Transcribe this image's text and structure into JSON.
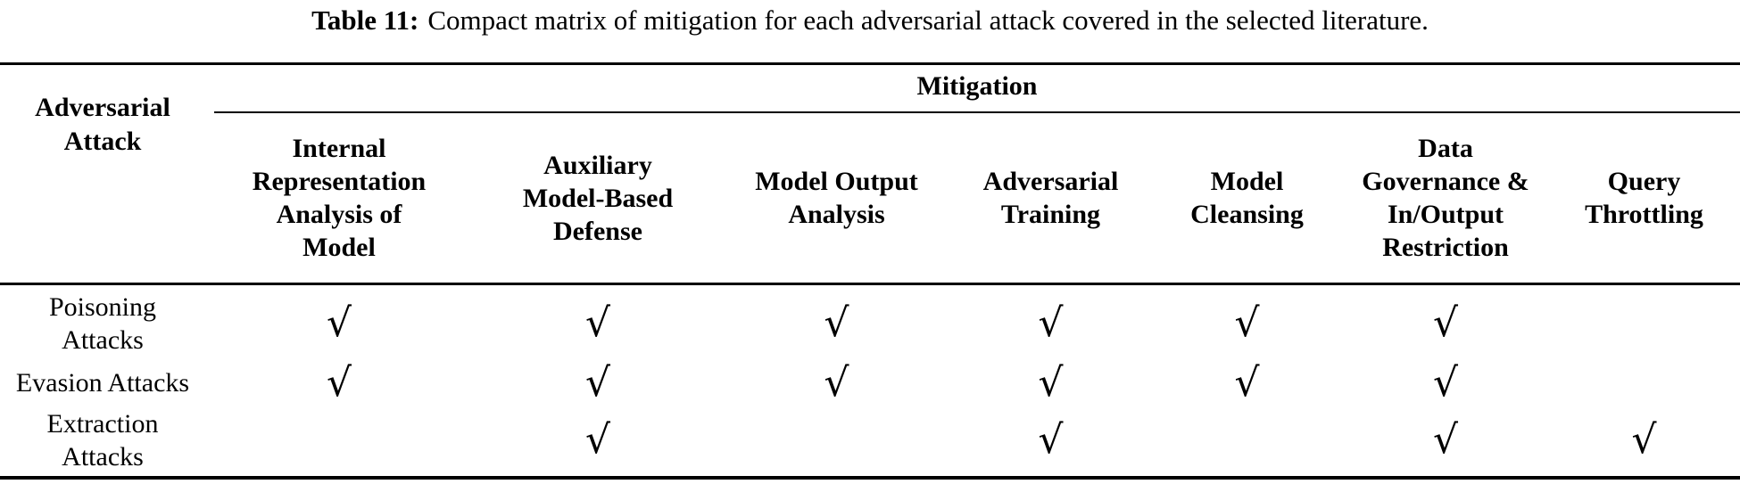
{
  "caption": {
    "label": "Table 11:",
    "text": "Compact matrix of mitigation for each adversarial attack covered in the selected literature."
  },
  "table": {
    "row_group_header": "Adversarial\nAttack",
    "span_header": "Mitigation",
    "columns": [
      {
        "label": "Internal\nRepresentation\nAnalysis of\nModel"
      },
      {
        "label": "Auxiliary\nModel-Based\nDefense"
      },
      {
        "label": "Model Output\nAnalysis"
      },
      {
        "label": "Adversarial\nTraining"
      },
      {
        "label": "Model\nCleansing"
      },
      {
        "label": "Data\nGovernance &\nIn/Output\nRestriction"
      },
      {
        "label": "Query\nThrottling"
      }
    ],
    "check_glyph": "√",
    "rows": [
      {
        "label": "Poisoning\nAttacks",
        "cells": [
          "√",
          "√",
          "√",
          "√",
          "√",
          "√",
          ""
        ]
      },
      {
        "label": "Evasion Attacks",
        "cells": [
          "√",
          "√",
          "√",
          "√",
          "√",
          "√",
          ""
        ]
      },
      {
        "label": "Extraction\nAttacks",
        "cells": [
          "",
          "√",
          "",
          "√",
          "",
          "√",
          "√"
        ]
      }
    ]
  },
  "colors": {
    "text": "#000000",
    "background": "#ffffff",
    "rule": "#000000"
  }
}
